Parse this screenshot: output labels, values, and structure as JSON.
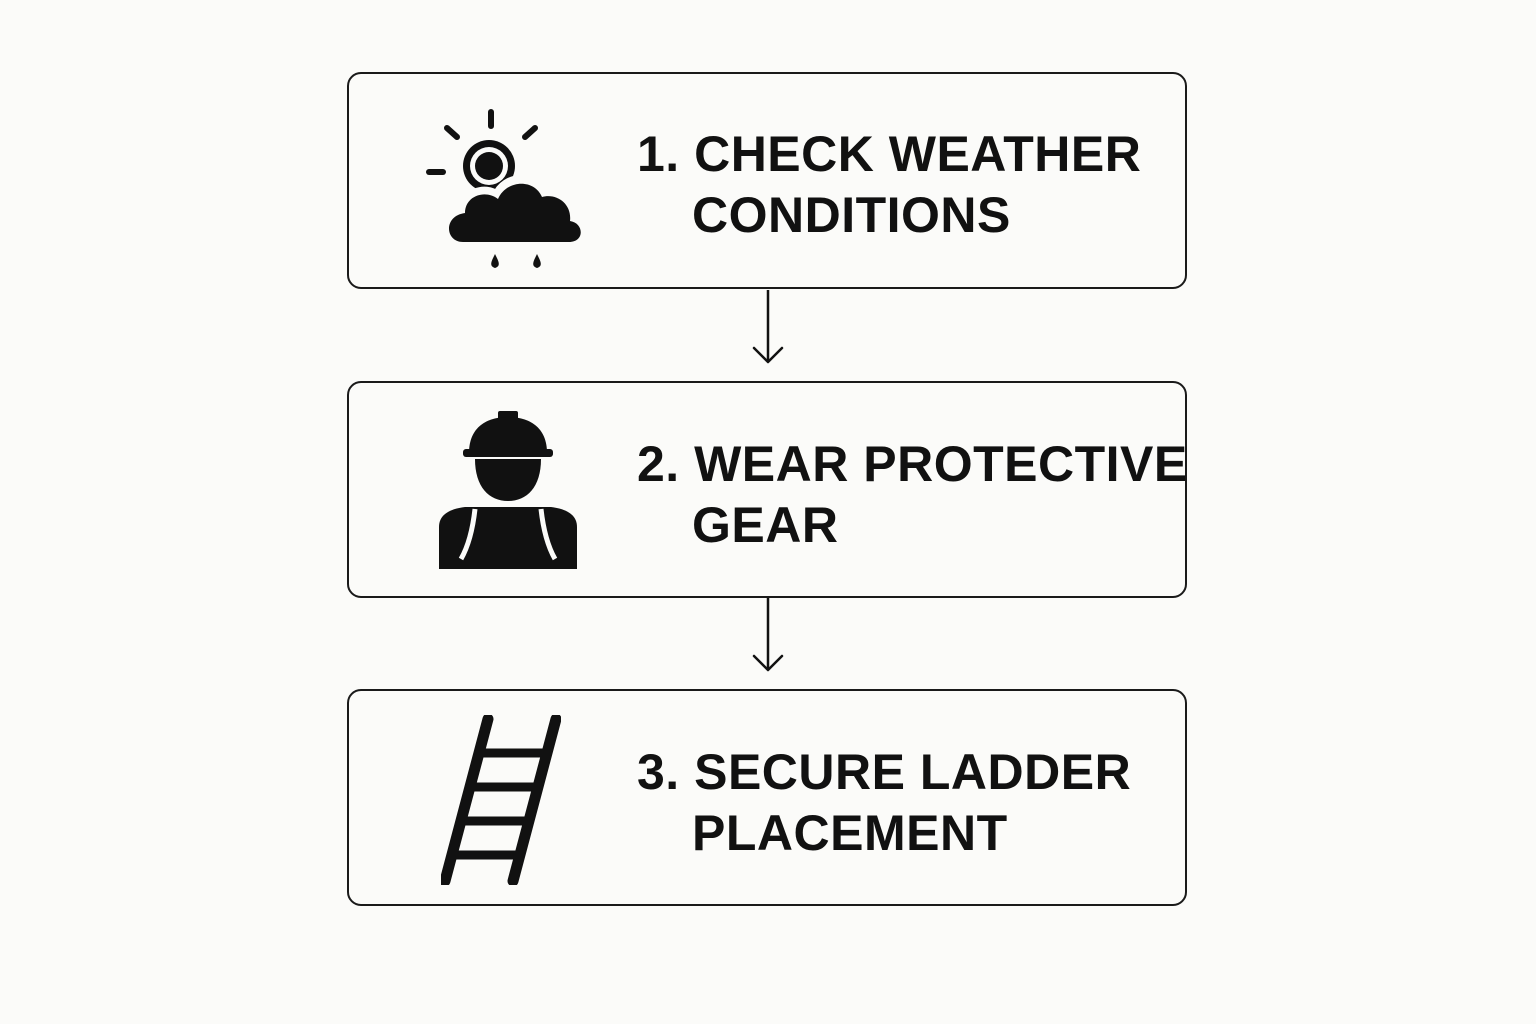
{
  "steps": [
    {
      "icon": "weather-sun-cloud-rain-icon",
      "line1": "1. CHECK WEATHER",
      "line2": "CONDITIONS"
    },
    {
      "icon": "worker-hard-hat-icon",
      "line1": "2. WEAR PROTECTIVE",
      "line2": "GEAR"
    },
    {
      "icon": "ladder-icon",
      "line1": "3. SECURE LADDER",
      "line2": "PLACEMENT"
    }
  ],
  "colors": {
    "background": "#fbfbf9",
    "ink": "#111111"
  }
}
